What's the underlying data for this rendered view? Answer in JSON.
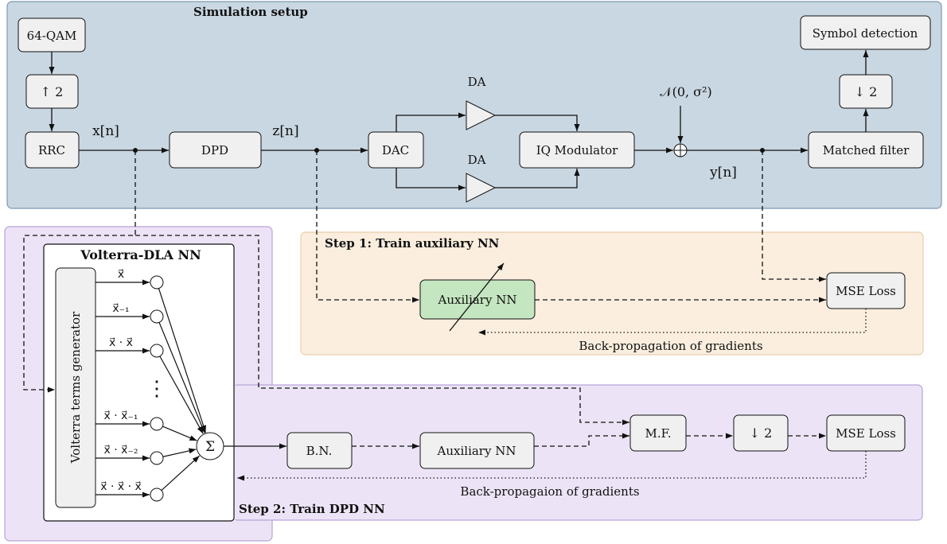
{
  "colors": {
    "sim_bg": "#c9d7e2",
    "sim_border": "#7c99b3",
    "step1_bg": "#fbeede",
    "step1_border": "#e8cfae",
    "step2_bg": "#ece4f6",
    "step2_border": "#b9a2da",
    "block_fill": "#f0f0f0",
    "aux_fill": "#c4e6c0"
  },
  "regions": {
    "simulation_title": "Simulation setup",
    "step1_title": "Step 1:  Train auxiliary NN",
    "step2_title": "Step 2:  Train DPD NN",
    "volterra_title": "Volterra-DLA NN"
  },
  "blocks": {
    "qam": "64-QAM",
    "upsample": "↑ 2",
    "rrc": "RRC",
    "dpd": "DPD",
    "dac": "DAC",
    "iq_mod": "IQ Modulator",
    "matched_filter": "Matched filter",
    "downsample": "↓ 2",
    "symbol_detection": "Symbol detection",
    "aux_nn_step1": "Auxiliary NN",
    "mse_loss_step1": "MSE Loss",
    "volterra_gen": "Volterra terms generator",
    "sum": "Σ",
    "bn": "B.N.",
    "aux_nn_step2": "Auxiliary NN",
    "mf": "M.F.",
    "downsample2": "↓ 2",
    "mse_loss_step2": "MSE Loss"
  },
  "signals": {
    "x": "x[n]",
    "z": "z[n]",
    "y": "y[n]",
    "noise": "𝒩(0, σ²)",
    "da_top": "DA",
    "da_bottom": "DA",
    "adder": "+"
  },
  "volterra_terms": [
    "x⃗",
    "x⃗₋₁",
    "x⃗ · x⃗",
    "x⃗ · x⃗₋₁",
    "x⃗ · x⃗₋₂",
    "x⃗ · x⃗ · x⃗"
  ],
  "ellipsis": "⋮",
  "annotations": {
    "backprop1": "Back-propagation of gradients",
    "backprop2": "Back-propagaion of gradients"
  }
}
